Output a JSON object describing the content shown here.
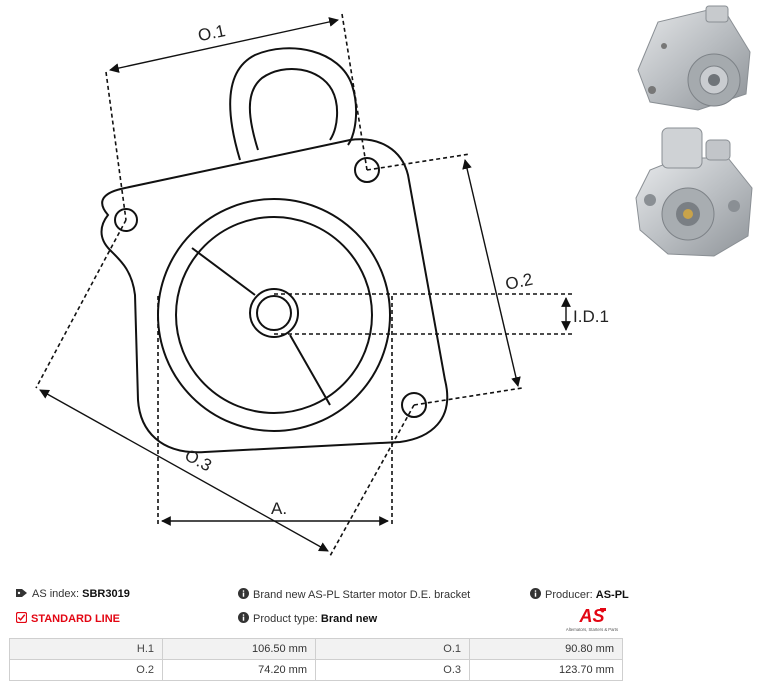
{
  "diagram": {
    "labels": {
      "o1": "O.1",
      "o2": "O.2",
      "o3": "O.3",
      "id1": "I.D.1",
      "a": "A."
    }
  },
  "product": {
    "as_index_label": "AS index:",
    "as_index_value": "SBR3019",
    "description": "Brand new AS-PL Starter motor D.E. bracket",
    "producer_label": "Producer:",
    "producer_value": "AS-PL",
    "line": "STANDARD LINE",
    "type_label": "Product type:",
    "type_value": "Brand new"
  },
  "logo": {
    "text": "AS",
    "tagline": "Alternators, Starters & Parts",
    "color": "#e30613"
  },
  "specs": [
    {
      "l1": "H.1",
      "v1": "106.50 mm",
      "l2": "O.1",
      "v2": "90.80 mm"
    },
    {
      "l1": "O.2",
      "v1": "74.20 mm",
      "l2": "O.3",
      "v2": "123.70 mm"
    }
  ],
  "colors": {
    "accent": "#e30613",
    "line": "#222222"
  }
}
